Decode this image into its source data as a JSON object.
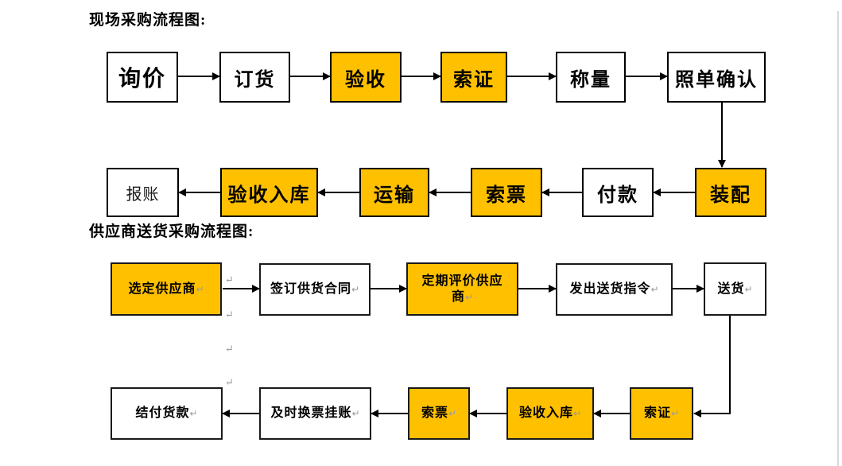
{
  "document": {
    "background": "#ffffff",
    "page_edge_color": "#d9d9d9"
  },
  "colors": {
    "highlight_fill": "#FFC000",
    "plain_fill": "#FFFFFF",
    "box_border": "#000000",
    "arrow": "#000000",
    "paragraph_mark": "#9a9a9a"
  },
  "marks": {
    "pilcrow": "↵"
  },
  "flow1": {
    "title": "现场采购流程图:",
    "row1": [
      {
        "label": "询价",
        "highlighted": false
      },
      {
        "label": "订货",
        "highlighted": false
      },
      {
        "label": "验收",
        "highlighted": true
      },
      {
        "label": "索证",
        "highlighted": true
      },
      {
        "label": "称量",
        "highlighted": false
      },
      {
        "label": "照单确认",
        "highlighted": false
      }
    ],
    "row2": [
      {
        "label": "报账",
        "highlighted": false
      },
      {
        "label": "验收入库",
        "highlighted": true
      },
      {
        "label": "运输",
        "highlighted": true
      },
      {
        "label": "索票",
        "highlighted": true
      },
      {
        "label": "付款",
        "highlighted": false
      },
      {
        "label": "装配",
        "highlighted": true
      }
    ]
  },
  "flow2": {
    "title": "供应商送货采购流程图:",
    "row1": [
      {
        "label": "选定供应商",
        "highlighted": true
      },
      {
        "label": "签订供货合同",
        "highlighted": false
      },
      {
        "label": "定期评价供应商",
        "highlighted": true
      },
      {
        "label": "发出送货指令",
        "highlighted": false
      },
      {
        "label": "送货",
        "highlighted": false
      }
    ],
    "row2": [
      {
        "label": "结付货款",
        "highlighted": false
      },
      {
        "label": "及时换票挂账",
        "highlighted": false
      },
      {
        "label": "索票",
        "highlighted": true
      },
      {
        "label": "验收入库",
        "highlighted": true
      },
      {
        "label": "索证",
        "highlighted": true
      }
    ]
  }
}
